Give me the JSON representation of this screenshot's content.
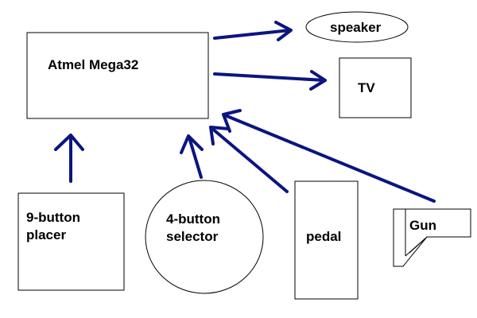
{
  "diagram": {
    "nodes": {
      "mcu": {
        "label": "Atmel Mega32"
      },
      "speaker": {
        "label": "speaker"
      },
      "tv": {
        "label": "TV"
      },
      "placer": {
        "label_line1": "9-button",
        "label_line2": "placer"
      },
      "selector": {
        "label_line1": "4-button",
        "label_line2": "selector"
      },
      "pedal": {
        "label": "pedal"
      },
      "gun": {
        "label": "Gun"
      }
    },
    "colors": {
      "arrow": "#0b1580",
      "outline": "#000000",
      "background": "#ffffff"
    },
    "edges": [
      {
        "from": "mcu",
        "to": "speaker"
      },
      {
        "from": "mcu",
        "to": "tv"
      },
      {
        "from": "placer",
        "to": "mcu"
      },
      {
        "from": "selector",
        "to": "mcu"
      },
      {
        "from": "pedal",
        "to": "mcu"
      },
      {
        "from": "gun",
        "to": "mcu"
      }
    ]
  }
}
